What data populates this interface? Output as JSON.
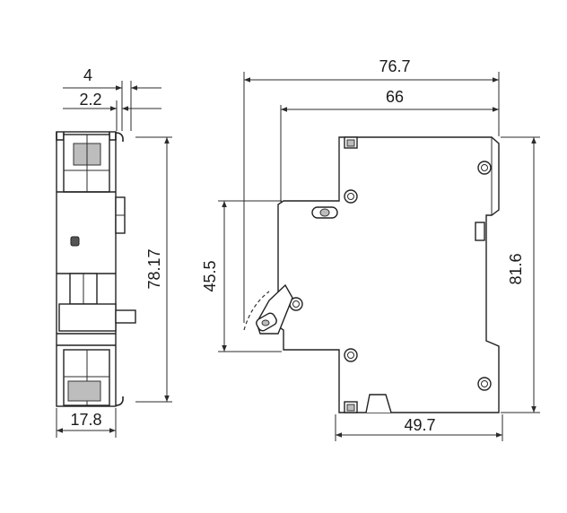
{
  "dimensions": {
    "side_top_width": "4",
    "side_top_offset": "2.2",
    "side_height": "78.17",
    "side_bottom_width": "17.8",
    "front_total_width": "76.7",
    "front_body_width": "66",
    "front_left_height": "45.5",
    "front_right_height": "81.6",
    "front_bottom_width": "49.7"
  }
}
